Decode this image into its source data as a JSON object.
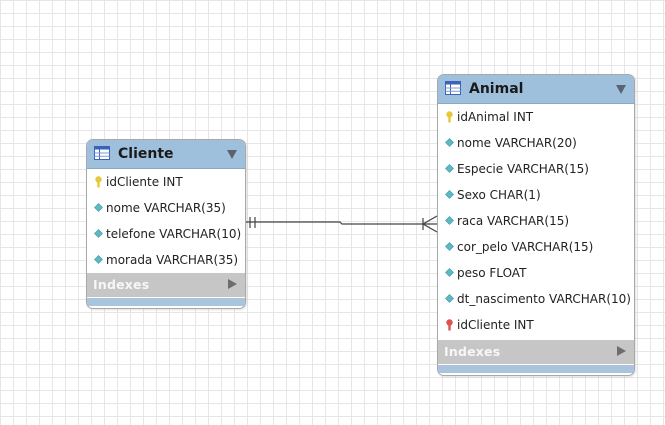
{
  "colors": {
    "header": "#9fc0dc",
    "indexes_bar": "#c6c6c6",
    "footer": "#a9c5de",
    "pk_icon": "#e7c83a",
    "fk_icon": "#d9534f",
    "attr_icon": "#5fb8c4",
    "grid": "#e6e6e6"
  },
  "entities": {
    "cliente": {
      "title": "Cliente",
      "icon": "table-icon",
      "columns": [
        {
          "text": "idCliente INT",
          "icon": "primary-key-icon"
        },
        {
          "text": "nome VARCHAR(35)",
          "icon": "column-icon"
        },
        {
          "text": "telefone VARCHAR(10)",
          "icon": "column-icon"
        },
        {
          "text": "morada VARCHAR(35)",
          "icon": "column-icon"
        }
      ],
      "indexes_label": "Indexes"
    },
    "animal": {
      "title": "Animal",
      "icon": "table-icon",
      "columns": [
        {
          "text": "idAnimal INT",
          "icon": "primary-key-icon"
        },
        {
          "text": "nome VARCHAR(20)",
          "icon": "column-icon"
        },
        {
          "text": "Especie VARCHAR(15)",
          "icon": "column-icon"
        },
        {
          "text": "Sexo CHAR(1)",
          "icon": "column-icon"
        },
        {
          "text": "raca VARCHAR(15)",
          "icon": "column-icon"
        },
        {
          "text": "cor_pelo VARCHAR(15)",
          "icon": "column-icon"
        },
        {
          "text": "peso FLOAT",
          "icon": "column-icon"
        },
        {
          "text": "dt_nascimento VARCHAR(10)",
          "icon": "column-icon"
        },
        {
          "text": "idCliente INT",
          "icon": "foreign-key-icon"
        }
      ],
      "indexes_label": "Indexes"
    }
  },
  "relationship": {
    "from": "Cliente",
    "to": "Animal",
    "from_cardinality": "one-and-only-one",
    "to_cardinality": "one-or-many"
  }
}
